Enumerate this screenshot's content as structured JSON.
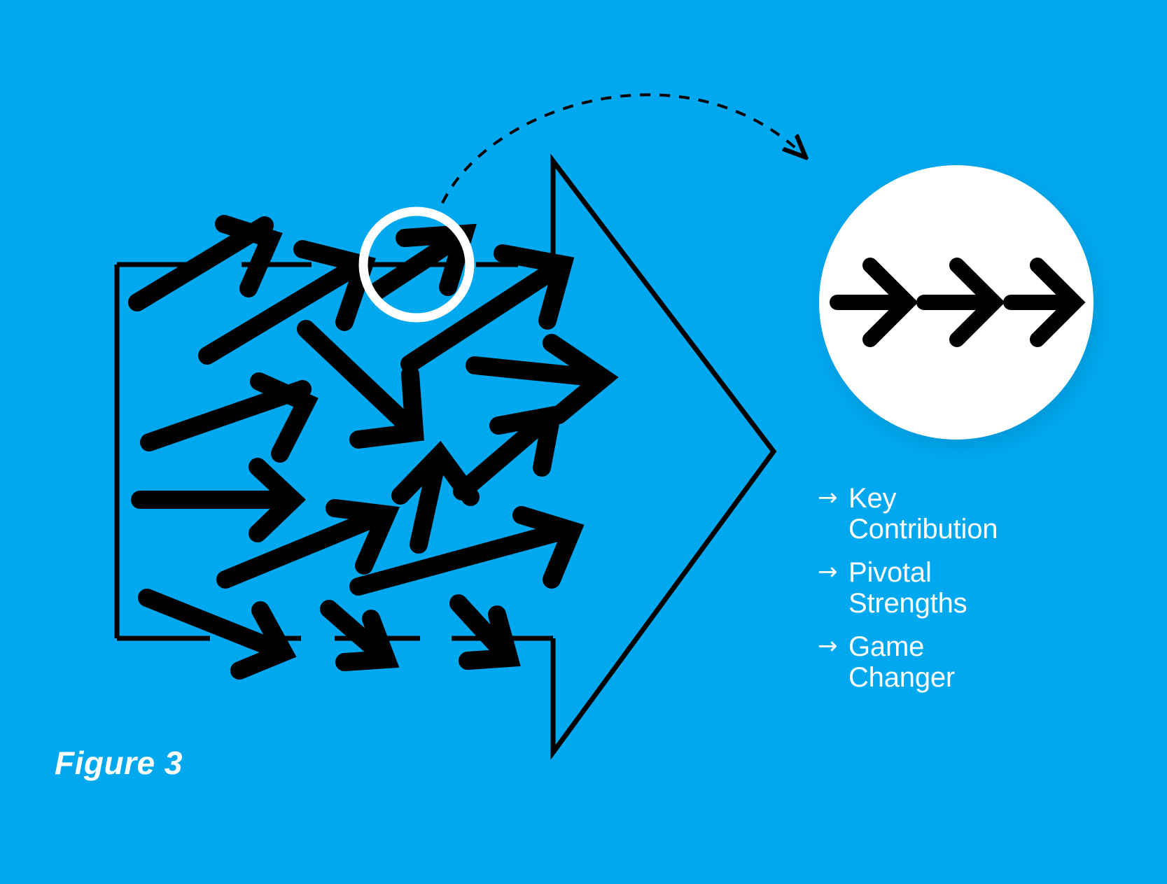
{
  "figure": {
    "caption": "Figure 3",
    "background_color": "#00A8EF",
    "ink_color": "#000000",
    "highlight_color": "#FFFFFF"
  },
  "diagram": {
    "big_arrow": {
      "name": "large-outline-arrow",
      "description": "Large right-pointing block arrow outline containing a cluster of small arrows",
      "stroke_color": "#000000"
    },
    "highlight_ring": {
      "name": "highlight-circle",
      "description": "White ring highlighting one upward arrow inside the cluster",
      "color": "#FFFFFF"
    },
    "callout_curve": {
      "name": "dashed-callout-arrow",
      "description": "Dashed curved arrow connecting the highlighted arrow to the white circle",
      "style": "dashed"
    },
    "result_circle": {
      "name": "outcome-circle",
      "description": "White circle containing three aligned right arrows",
      "fill": "#FFFFFF",
      "arrow_count": 3
    }
  },
  "legend": {
    "items": [
      {
        "marker": "→",
        "label": "Key\nContribution"
      },
      {
        "marker": "→",
        "label": "Pivotal\nStrengths"
      },
      {
        "marker": "→",
        "label": "Game\nChanger"
      }
    ]
  }
}
